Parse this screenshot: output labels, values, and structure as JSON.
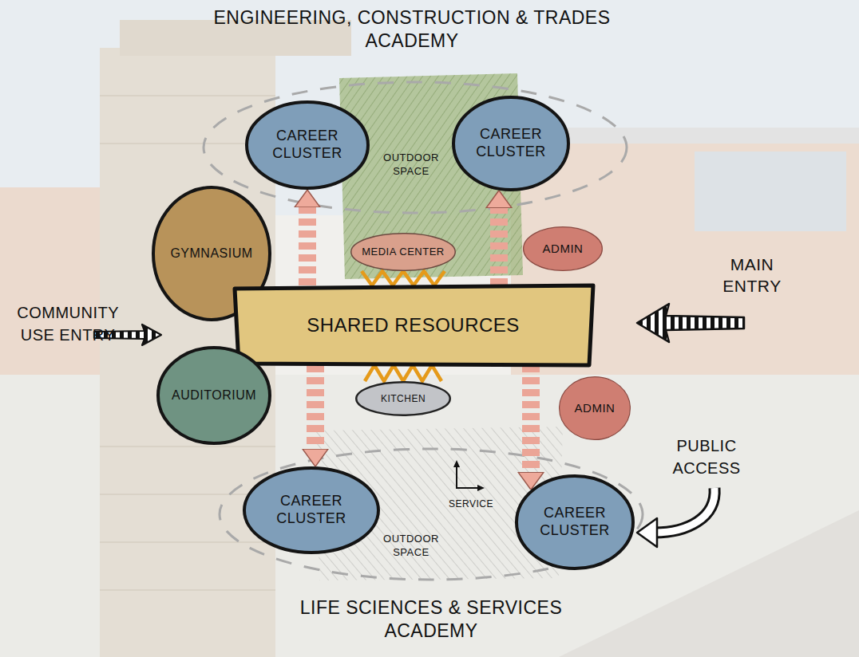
{
  "diagram": {
    "nodes": [
      {
        "text": [
          "CAREER CLUSTER"
        ]
      },
      {
        "text": [
          "CAREER CLUSTER"
        ]
      },
      {
        "text": [
          "GYMNASIUM"
        ]
      },
      {
        "text": [
          "MEDIA CENTER"
        ]
      },
      {
        "text": [
          "ADMIN"
        ]
      },
      {
        "text": [
          "SHARED RESOURCES"
        ]
      },
      {
        "text": [
          "AUDITORIUM"
        ]
      },
      {
        "text": [
          "KITCHEN"
        ]
      },
      {
        "text": [
          "ADMIN"
        ]
      },
      {
        "text": [
          "CAREER CLUSTER"
        ]
      },
      {
        "text": [
          "CAREER CLUSTER"
        ]
      }
    ],
    "edges": [
      {
        "from": 5,
        "to": 0,
        "arrow": "to"
      },
      {
        "from": 5,
        "to": 1,
        "arrow": "to"
      },
      {
        "from": 5,
        "to": 9,
        "arrow": "to"
      },
      {
        "from": 5,
        "to": 10,
        "arrow": "to"
      },
      {
        "from": 3,
        "to": 5,
        "arrow": "none"
      },
      {
        "from": 7,
        "to": 5,
        "arrow": "none"
      }
    ],
    "labels": [
      "ENGINEERING, CONSTRUCTION & TRADES ACADEMY",
      "OUTDOOR SPACE",
      "MAIN ENTRY",
      "COMMUNITY USE ENTRY",
      "PUBLIC ACCESS",
      "SERVICE",
      "OUTDOOR SPACE",
      "LIFE SCIENCES & SERVICES ACADEMY"
    ]
  }
}
